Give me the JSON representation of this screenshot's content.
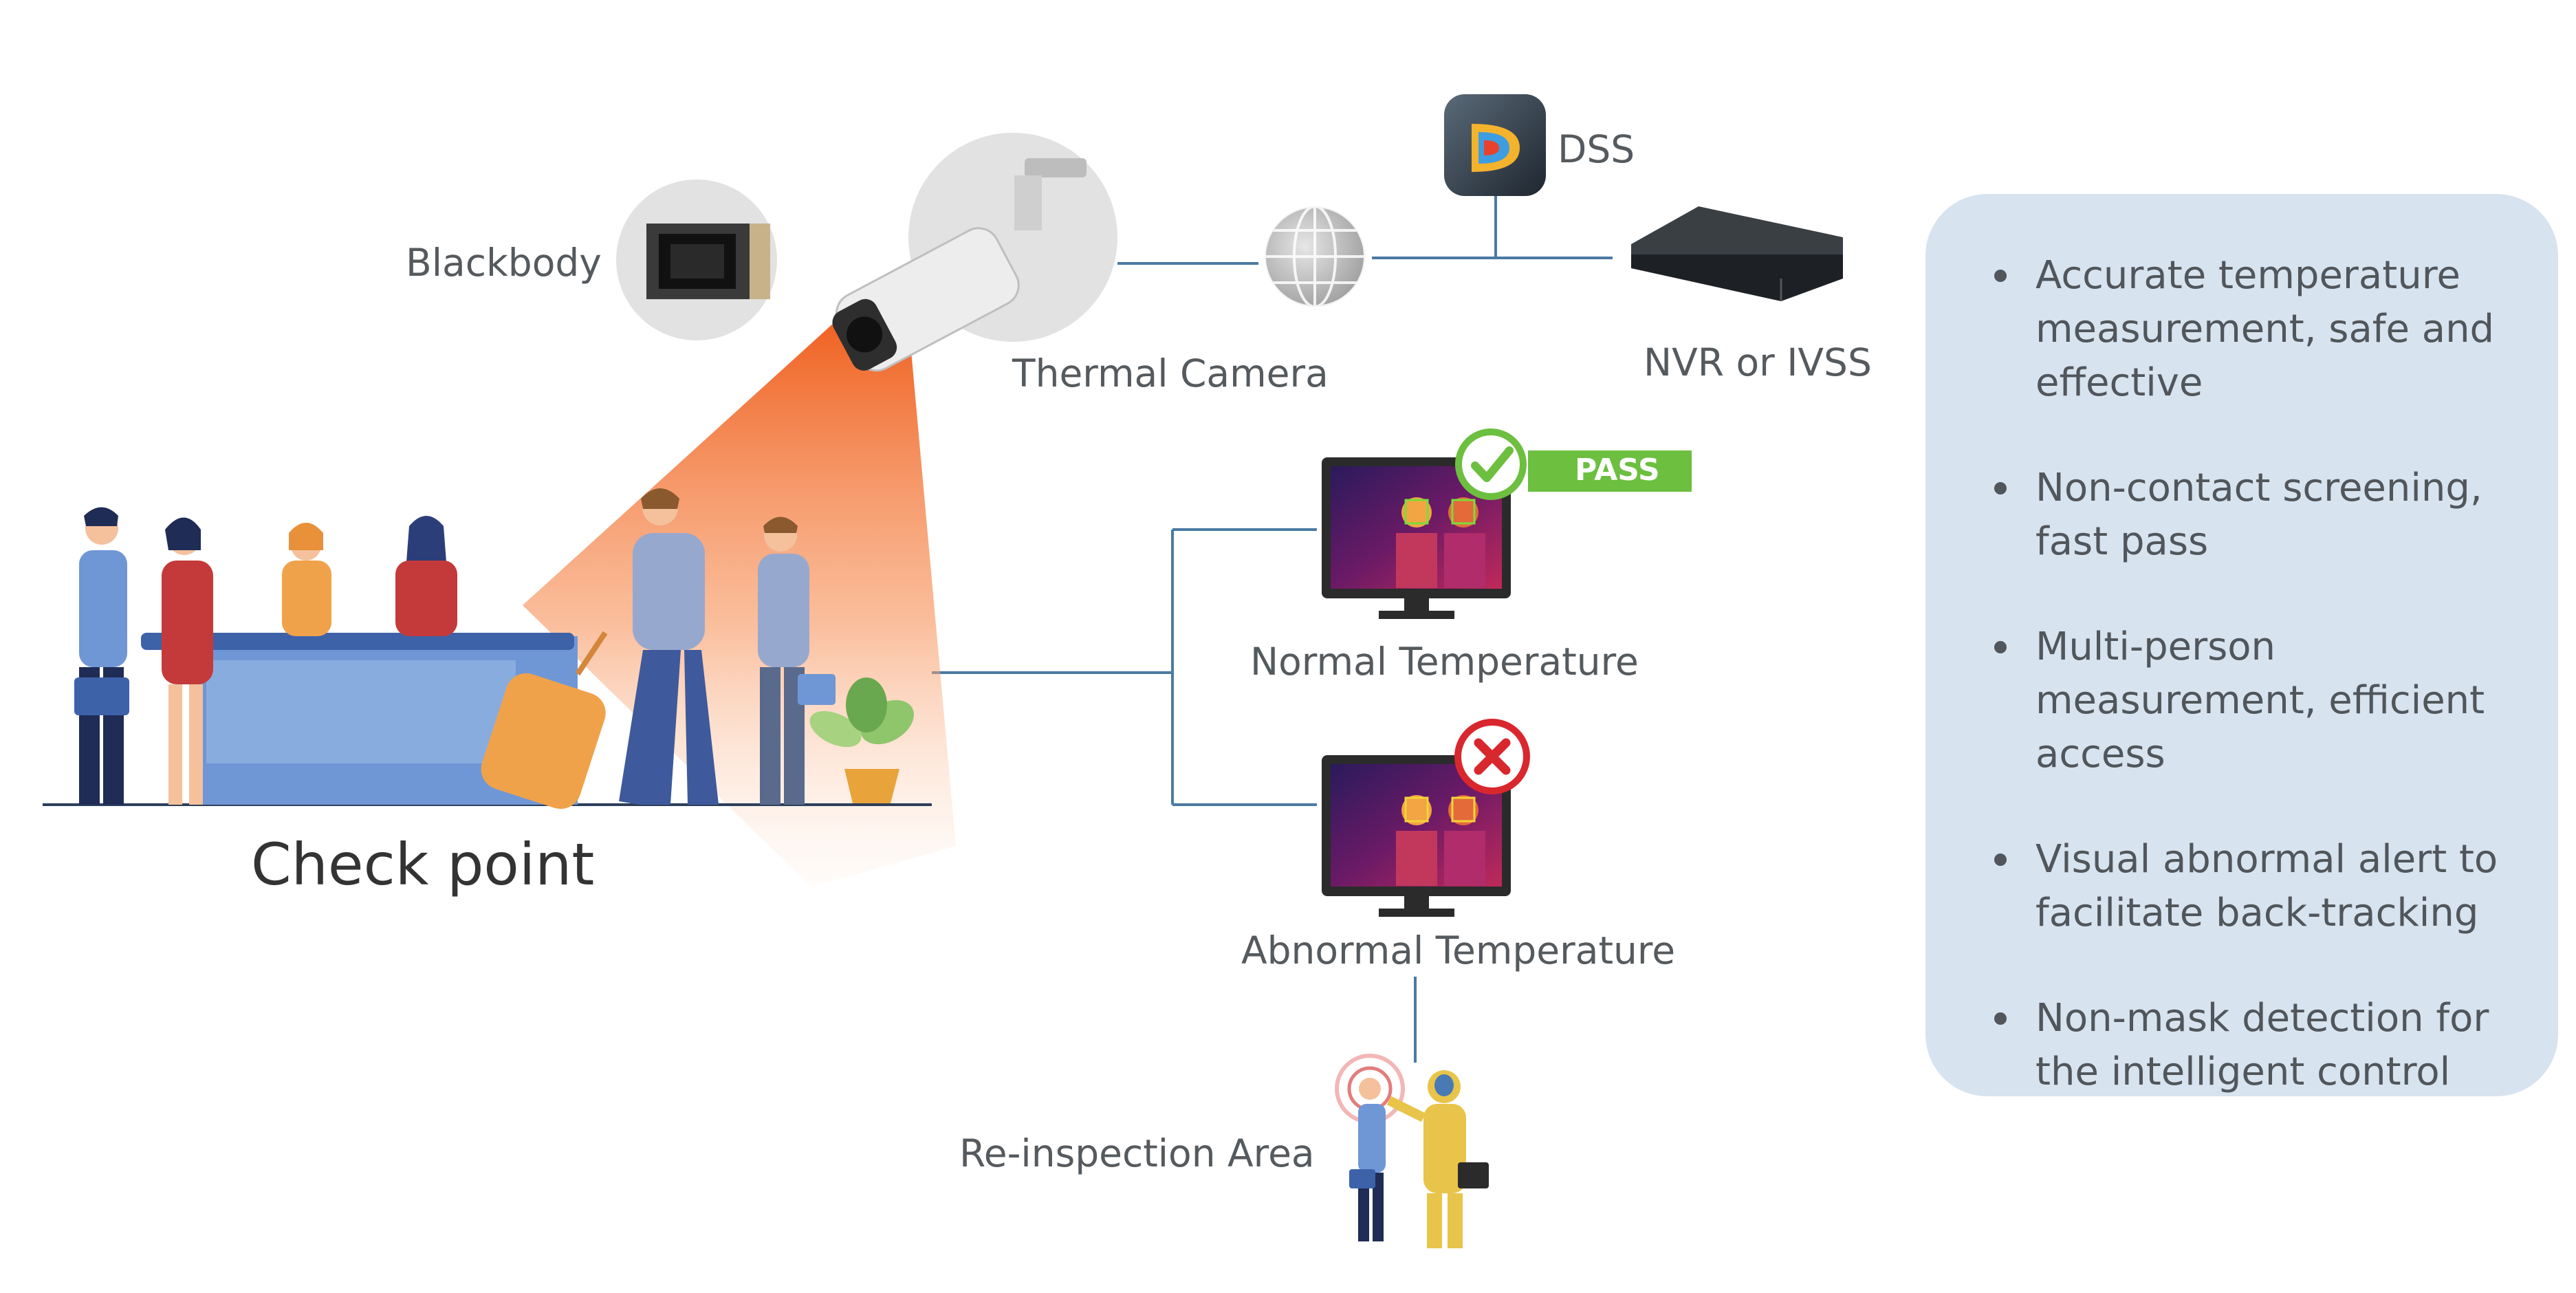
{
  "labels": {
    "blackbody": "Blackbody",
    "thermal_camera": "Thermal Camera",
    "dss": "DSS",
    "nvr": "NVR or IVSS",
    "normal_temperature": "Normal Temperature",
    "abnormal_temperature": "Abnormal Temperature",
    "pass": "PASS",
    "check_point": "Check point",
    "reinspection": "Re-inspection Area"
  },
  "features": [
    "Accurate temperature measurement, safe and effective",
    "Non-contact screening, fast pass",
    "Multi-person measurement, efficient access",
    "Visual abnormal alert to facilitate back-tracking",
    "Non-mask detection for the intelligent control"
  ],
  "colors": {
    "line": "#4a7aa3",
    "panel": "#d7e3ef",
    "pass_green": "#6cbf3f",
    "alert_red": "#d9272e",
    "beam_orange": "#f0601e"
  }
}
